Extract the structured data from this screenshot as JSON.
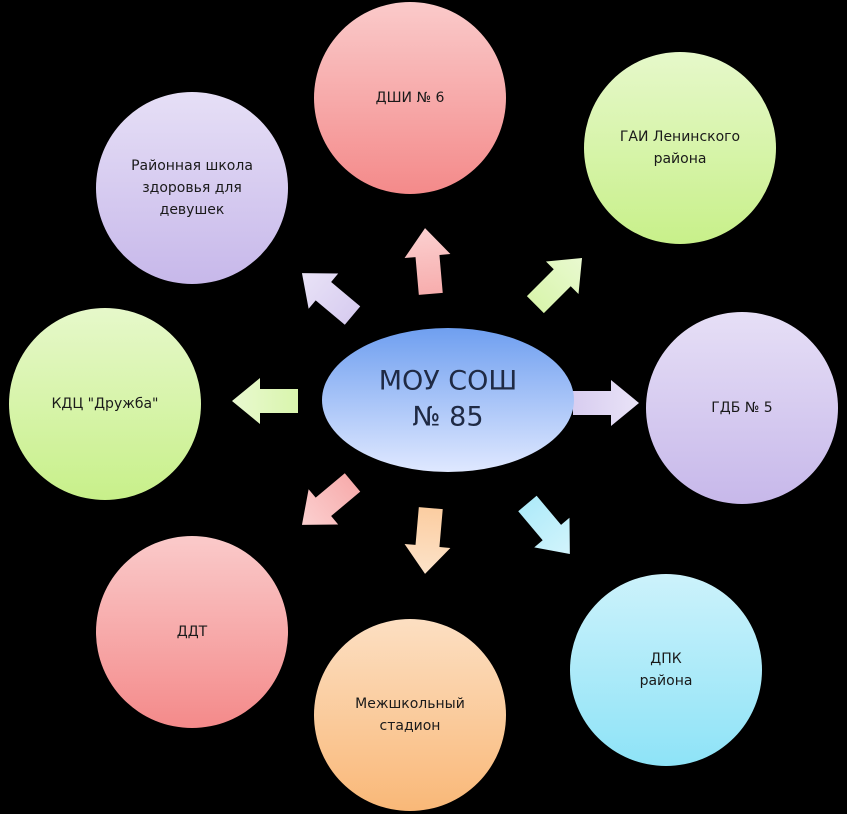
{
  "center": {
    "lines": [
      "МОУ СОШ",
      "№ 85"
    ]
  },
  "nodes": [
    {
      "id": "dshi",
      "lines": [
        "ДШИ № 6"
      ],
      "color": "#f48a8a"
    },
    {
      "id": "gai",
      "lines": [
        "ГАИ Ленинского",
        "района"
      ],
      "color": "#c8f08a"
    },
    {
      "id": "gdb",
      "lines": [
        "ГДБ № 5"
      ],
      "color": "#c7b8ea"
    },
    {
      "id": "dpk",
      "lines": [
        "ДПК",
        "района"
      ],
      "color": "#8ee3f7"
    },
    {
      "id": "stadium",
      "lines": [
        "Межшкольный",
        "стадион"
      ],
      "color": "#f9b878"
    },
    {
      "id": "ddt",
      "lines": [
        "ДДТ"
      ],
      "color": "#f48a8a"
    },
    {
      "id": "kdc",
      "lines": [
        "КДЦ \"Дружба\""
      ],
      "color": "#c8f08a"
    },
    {
      "id": "girls",
      "lines": [
        "Районная школа",
        "здоровья для",
        "девушек"
      ],
      "color": "#c7b8ea"
    }
  ]
}
